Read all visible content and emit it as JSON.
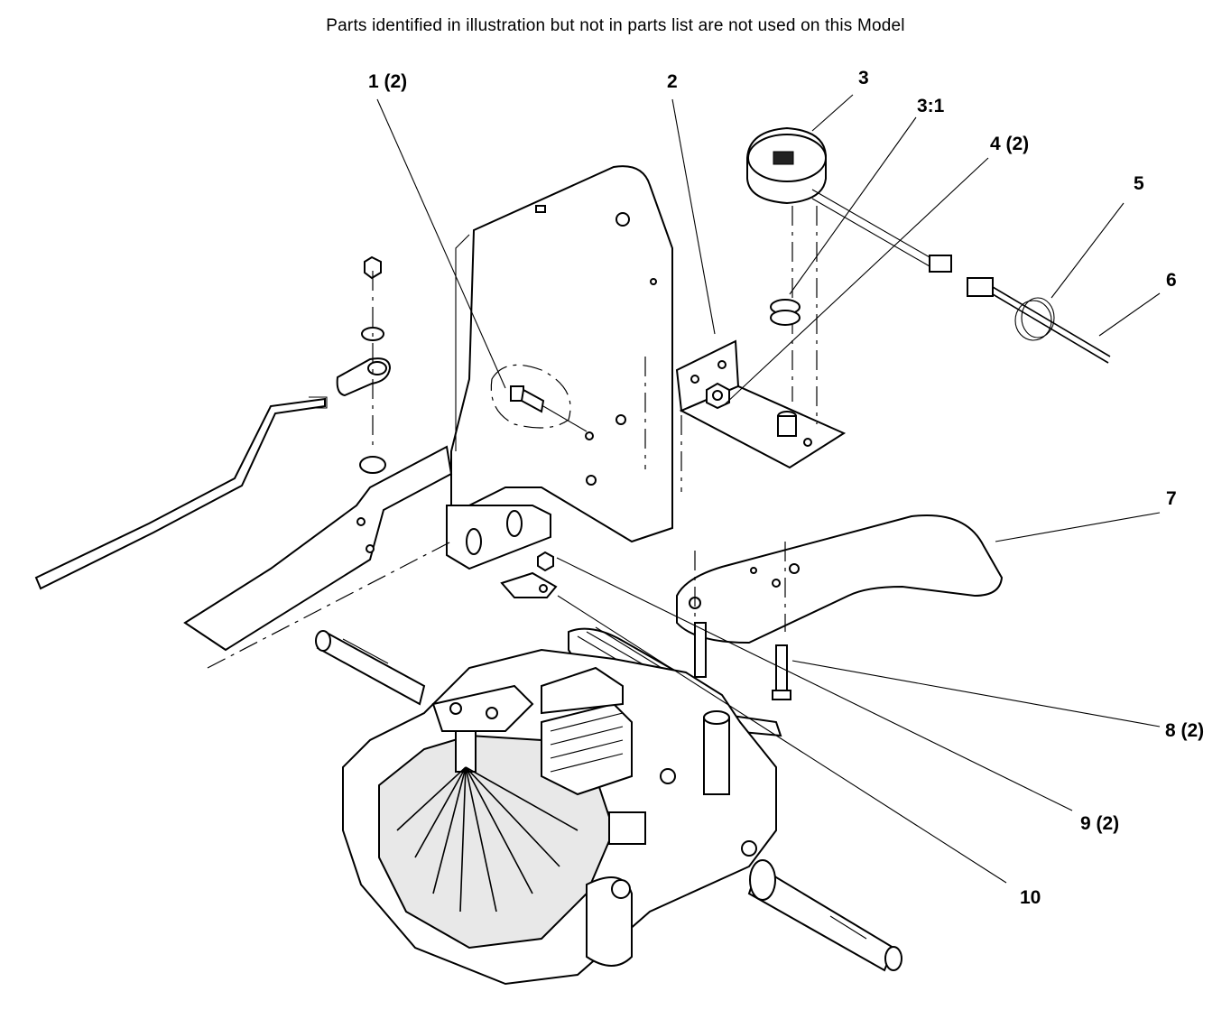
{
  "note": "Parts identified in illustration but not in parts list are not used on this Model",
  "callouts": [
    {
      "id": "1",
      "text": "1 (2)"
    },
    {
      "id": "2",
      "text": "2"
    },
    {
      "id": "3",
      "text": "3"
    },
    {
      "id": "3_1",
      "text": "3:1"
    },
    {
      "id": "4",
      "text": "4 (2)"
    },
    {
      "id": "5",
      "text": "5"
    },
    {
      "id": "6",
      "text": "6"
    },
    {
      "id": "7",
      "text": "7"
    },
    {
      "id": "8",
      "text": "8 (2)"
    },
    {
      "id": "9",
      "text": "9 (2)"
    },
    {
      "id": "10",
      "text": "10"
    }
  ]
}
